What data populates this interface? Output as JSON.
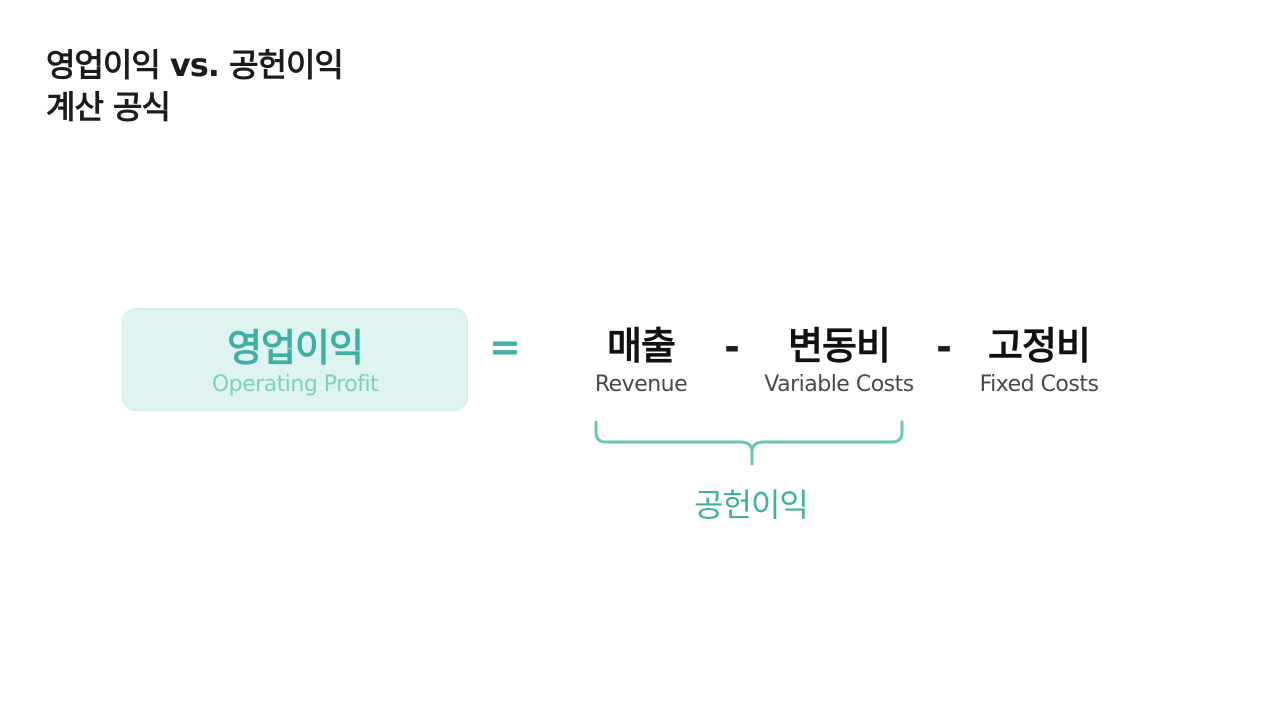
{
  "title": {
    "line1": "영업이익 vs. 공헌이익",
    "line2": "계산 공식"
  },
  "formula": {
    "result": {
      "ko": "영업이익",
      "en": "Operating Profit"
    },
    "operators": {
      "equals": "=",
      "minus1": "-",
      "minus2": "-"
    },
    "terms": [
      {
        "ko": "매출",
        "en": "Revenue"
      },
      {
        "ko": "변동비",
        "en": "Variable Costs"
      },
      {
        "ko": "고정비",
        "en": "Fixed Costs"
      }
    ],
    "brace_label": "공헌이익"
  },
  "colors": {
    "accent": "#3fb1a2",
    "accent_light": "#7fcfc3",
    "box_fill": "#dff3f0",
    "brace": "#6cc7bb",
    "text_dark": "#1c1c1c",
    "text_muted": "#4a4a4a"
  }
}
